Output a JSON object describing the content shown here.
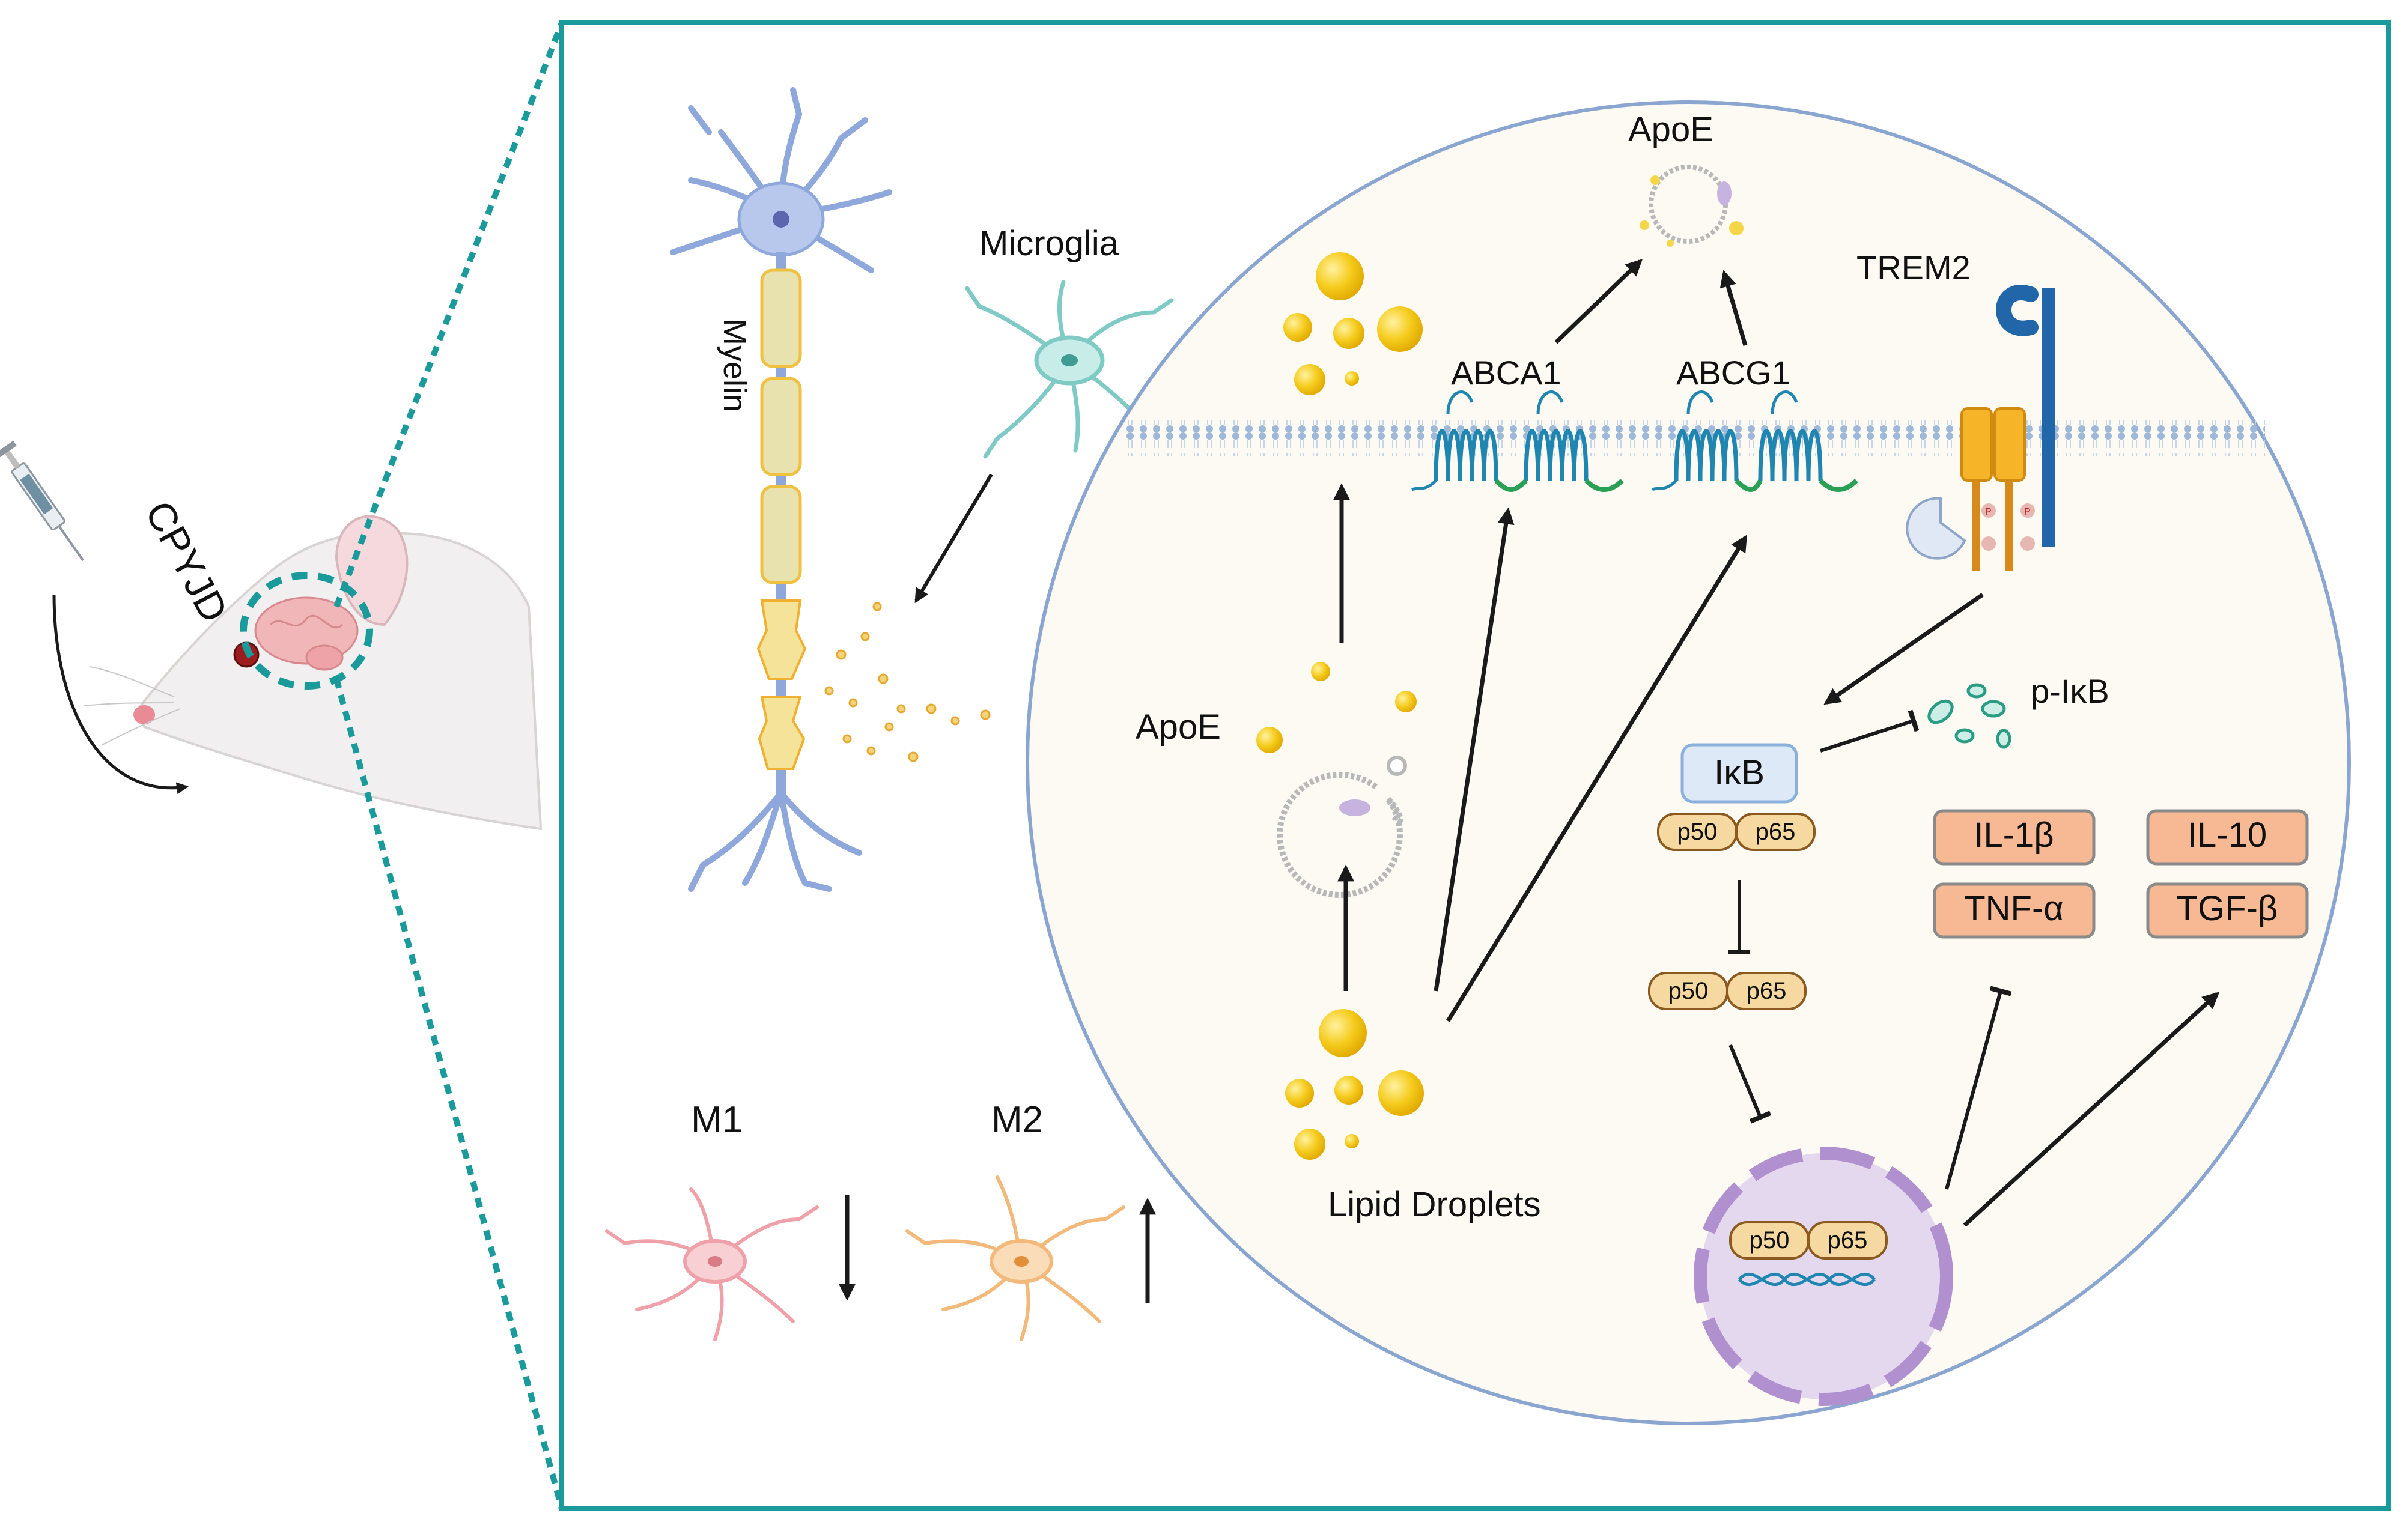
{
  "left_panel": {
    "injection_label": "CPYJD"
  },
  "neuron": {
    "myelin_label": "Myelin"
  },
  "microglia": {
    "label": "Microglia"
  },
  "polarization": {
    "m1_label": "M1",
    "m2_label": "M2",
    "m1_trend": "down",
    "m2_trend": "up"
  },
  "cell": {
    "apoe_top_label": "ApoE",
    "apoe_inner_label": "ApoE",
    "abca1_label": "ABCA1",
    "abcg1_label": "ABCG1",
    "trem2_label": "TREM2",
    "p_ikb_label": "p-IκB",
    "ikb_label": "IκB",
    "p50_label": "p50",
    "p65_label": "p65",
    "lipid_droplets_label": "Lipid Droplets",
    "phospho_label": "P",
    "cytokines_pro": [
      "IL-1β",
      "TNF-α"
    ],
    "cytokines_anti": [
      "IL-10",
      "TGF-β"
    ]
  },
  "colors": {
    "frame_teal": "#1a9a9a",
    "cell_border": "#8aa6d0",
    "cell_fill": "#fcfaf2",
    "membrane": "#9db8d8",
    "transporter": "#1e86b0",
    "lipid": "#f2c21a",
    "nucleus_fill": "#e4d8ee",
    "nucleus_border": "#b190cf",
    "cytokine_fill": "#f7b894",
    "ikb_fill": "#dde9f7",
    "np_fill": "#f6d9a0",
    "trem2_blue": "#2166a8",
    "trem2_orange": "#f0a020",
    "m1_color": "#f0a0a8",
    "m2_color": "#f3b97a",
    "microglia_color": "#7fcac4",
    "neuron_color": "#8fa8dc"
  }
}
